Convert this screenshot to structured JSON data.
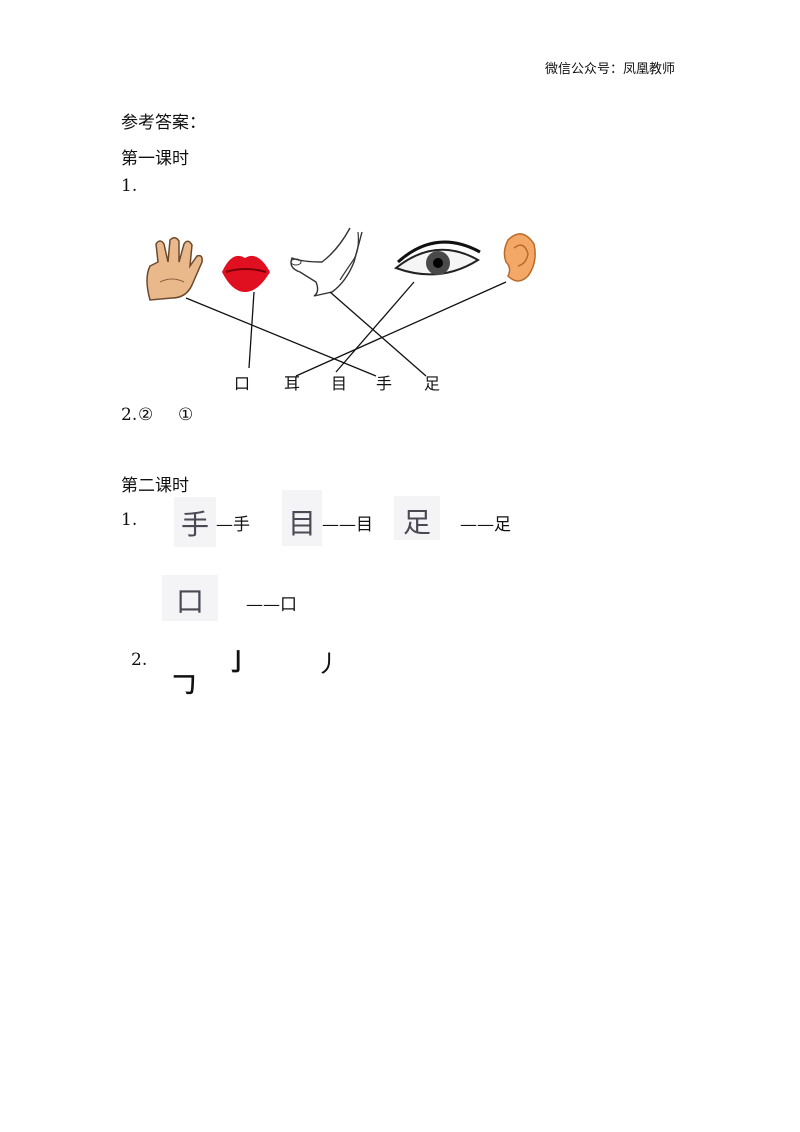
{
  "header": {
    "account": "微信公众号：凤凰教师"
  },
  "answers_title": "参考答案：",
  "lesson1": {
    "title": "第一课时",
    "q1_label": "1.",
    "pictures": [
      "hand-icon",
      "lips-icon",
      "foot-icon",
      "eye-icon",
      "ear-icon"
    ],
    "characters": [
      "口",
      "耳",
      "目",
      "手",
      "足"
    ],
    "q2_label": "2.",
    "q2_answers": [
      "②",
      "①"
    ]
  },
  "lesson2": {
    "title": "第二课时",
    "q1_label": "1.",
    "matches": [
      {
        "glyph": "手",
        "suffix": "—手"
      },
      {
        "glyph": "目",
        "suffix": "——目"
      },
      {
        "glyph": "足",
        "suffix": "——足"
      },
      {
        "glyph": "口",
        "suffix": "——口"
      }
    ],
    "q2_label": "2.",
    "strokes": [
      "𠃌",
      "亅",
      "丿"
    ]
  }
}
